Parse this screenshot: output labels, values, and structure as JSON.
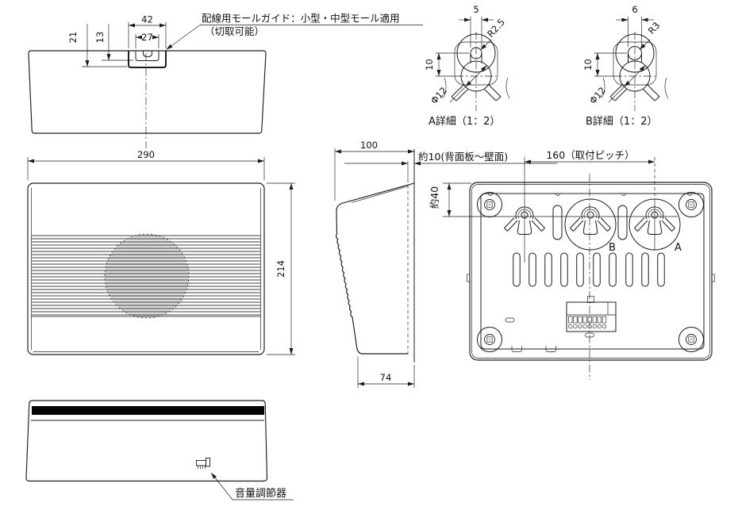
{
  "colors": {
    "line": "#1c1c1c",
    "front_bar": "#050505",
    "speaker_shade": "#dcdcdc",
    "background": "#ffffff"
  },
  "top_view": {
    "callout_line1": "配線用モールガイド：小型・中型モール適用",
    "callout_line2": "（切取可能）",
    "dim_depth_outer": "21",
    "dim_depth_inner": "13",
    "dim_width_outer": "42",
    "dim_width_inner": "27"
  },
  "detail_a": {
    "title": "A詳細（1：2）",
    "slot_width": "5",
    "tip_radius": "R2.5",
    "slot_depth": "10",
    "hole_diameter": "Φ12"
  },
  "detail_b": {
    "title": "B詳細（1：2）",
    "slot_width": "6",
    "tip_radius": "R3",
    "slot_depth": "10",
    "hole_diameter": "Φ12"
  },
  "front_view": {
    "dim_width": "290",
    "dim_height": "214"
  },
  "side_view": {
    "dim_depth_top": "100",
    "dim_depth_bottom": "74"
  },
  "back_view": {
    "dim_wall_gap": "約10(背面板～壁面)",
    "dim_mount_pitch": "160（取付ピッチ）",
    "dim_top_offset": "約40",
    "label_hole_a": "A",
    "label_hole_b": "B"
  },
  "bottom_view": {
    "volume_callout": "音量調節器"
  }
}
